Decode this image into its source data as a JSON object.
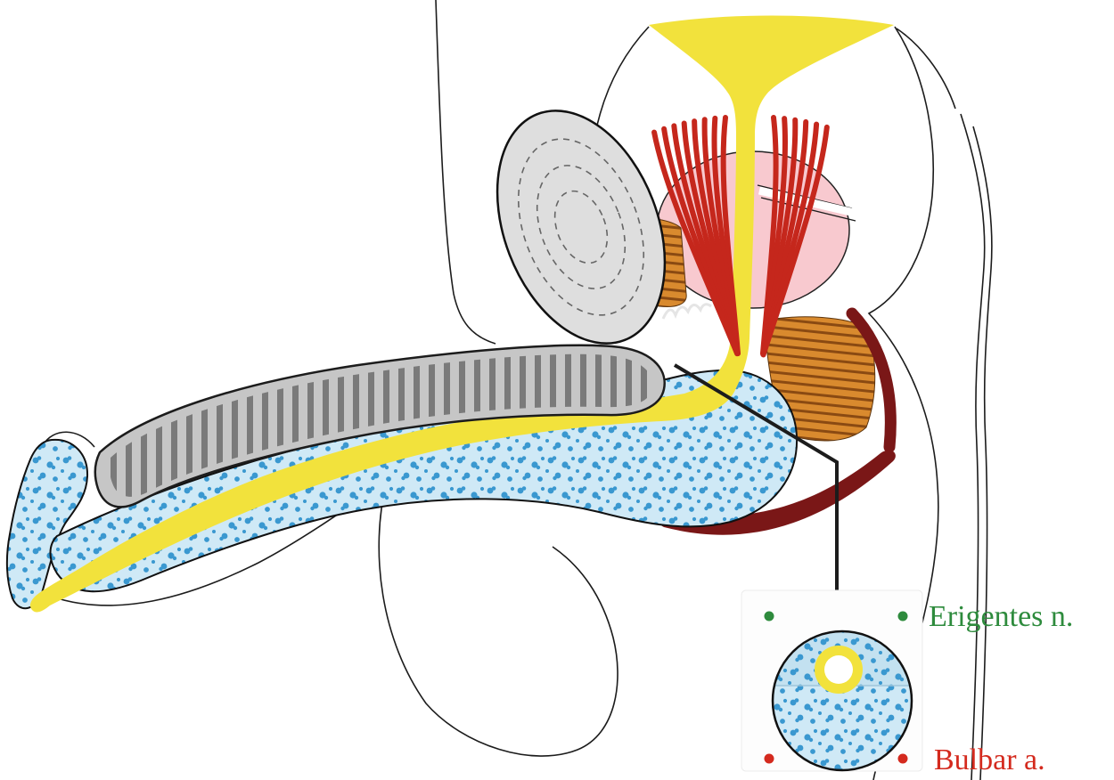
{
  "figure": {
    "kind": "sagittal-pelvic-anatomy-illustration",
    "inset": {
      "kind": "penile-cross-section"
    }
  },
  "legend": {
    "items": [
      {
        "id": "erigentes-nerve",
        "label": "Erigentes n.",
        "color": "#2e8b3d"
      },
      {
        "id": "bulbar-artery",
        "label": "Bulbar a.",
        "color": "#d42a1e"
      }
    ]
  },
  "colors": {
    "urethra_yellow": "#f2e23c",
    "muscle_red": "#c5271c",
    "prostate_pink": "#f8c9cf",
    "symphysis_gray": "#dedede",
    "cavernosum_gray": "#c6c6c6",
    "striation_gray": "#7a7a7a",
    "spongiosum_bg": "#cfe9f6",
    "spongiosum_bg_dark": "#c3e1f0",
    "spongiosum_speckle": "#3a98d0",
    "ligament_orange": "#d98a2e",
    "ligament_stripe": "#8a4a12",
    "perineal_maroon": "#7a1717",
    "outline_black": "#1c1c1c",
    "lumen_white": "#ffffff"
  }
}
